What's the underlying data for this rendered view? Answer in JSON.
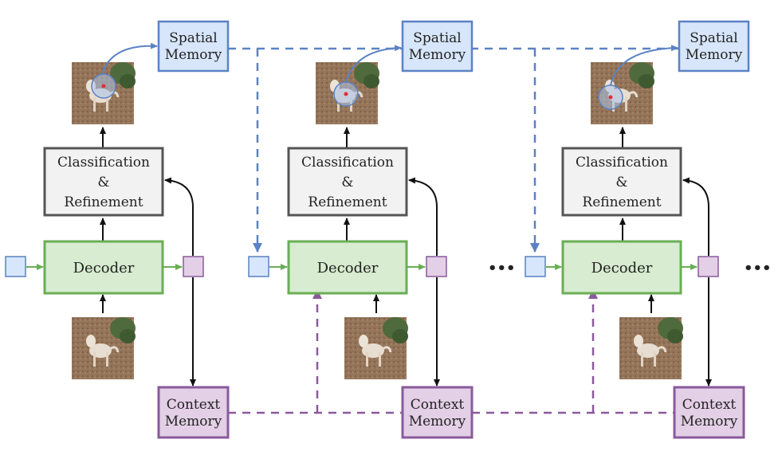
{
  "colors": {
    "spatial_fill": "#d7e6fb",
    "spatial_stroke": "#5b82c4",
    "context_fill": "#e3cfe6",
    "context_stroke": "#8a5a9c",
    "decoder_fill": "#d7ecd0",
    "decoder_stroke": "#6aae55",
    "cls_fill": "#f2f2f2",
    "cls_stroke": "#555555",
    "green_arrow": "#6aae55",
    "blue_dash": "#5b82c4",
    "purple_dash": "#8a5a9c"
  },
  "labels": {
    "spatial_line1": "Spatial",
    "spatial_line2": "Memory",
    "context_line1": "Context",
    "context_line2": "Memory",
    "cls_line1": "Classification",
    "cls_line2": "&",
    "cls_line3": "Refinement",
    "decoder": "Decoder",
    "ellipsis": "•••"
  },
  "stages": [
    {
      "id": "stage-1"
    },
    {
      "id": "stage-2"
    },
    {
      "id": "stage-3"
    }
  ],
  "icons": {
    "input_frame": "dog-photo-icon",
    "output_frame": "dog-photo-with-mask-icon"
  }
}
